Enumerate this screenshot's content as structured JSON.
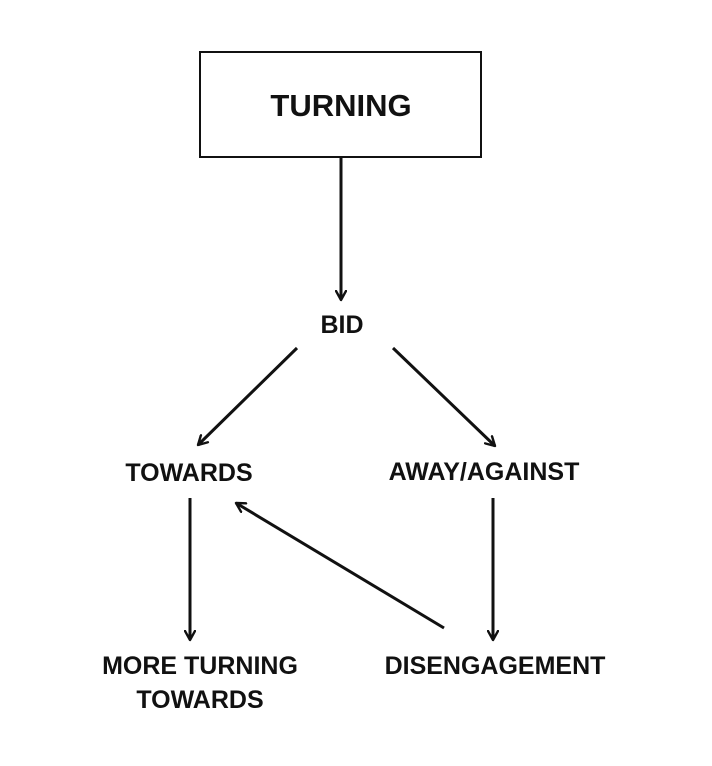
{
  "nodes": {
    "turning": {
      "label": "TURNING"
    },
    "bid": {
      "label": "BID"
    },
    "towards": {
      "label": "TOWARDS"
    },
    "away_against": {
      "label": "AWAY/AGAINST"
    },
    "more_turning_towards": {
      "line1": "MORE TURNING",
      "line2": "TOWARDS"
    },
    "disengagement": {
      "label": "DISENGAGEMENT"
    }
  },
  "edges": [
    {
      "from": "TURNING",
      "to": "BID"
    },
    {
      "from": "BID",
      "to": "TOWARDS"
    },
    {
      "from": "BID",
      "to": "AWAY/AGAINST"
    },
    {
      "from": "TOWARDS",
      "to": "MORE TURNING TOWARDS"
    },
    {
      "from": "AWAY/AGAINST",
      "to": "DISENGAGEMENT"
    },
    {
      "from": "DISENGAGEMENT",
      "to": "TOWARDS"
    }
  ],
  "colors": {
    "stroke": "#111111",
    "background": "#ffffff"
  }
}
